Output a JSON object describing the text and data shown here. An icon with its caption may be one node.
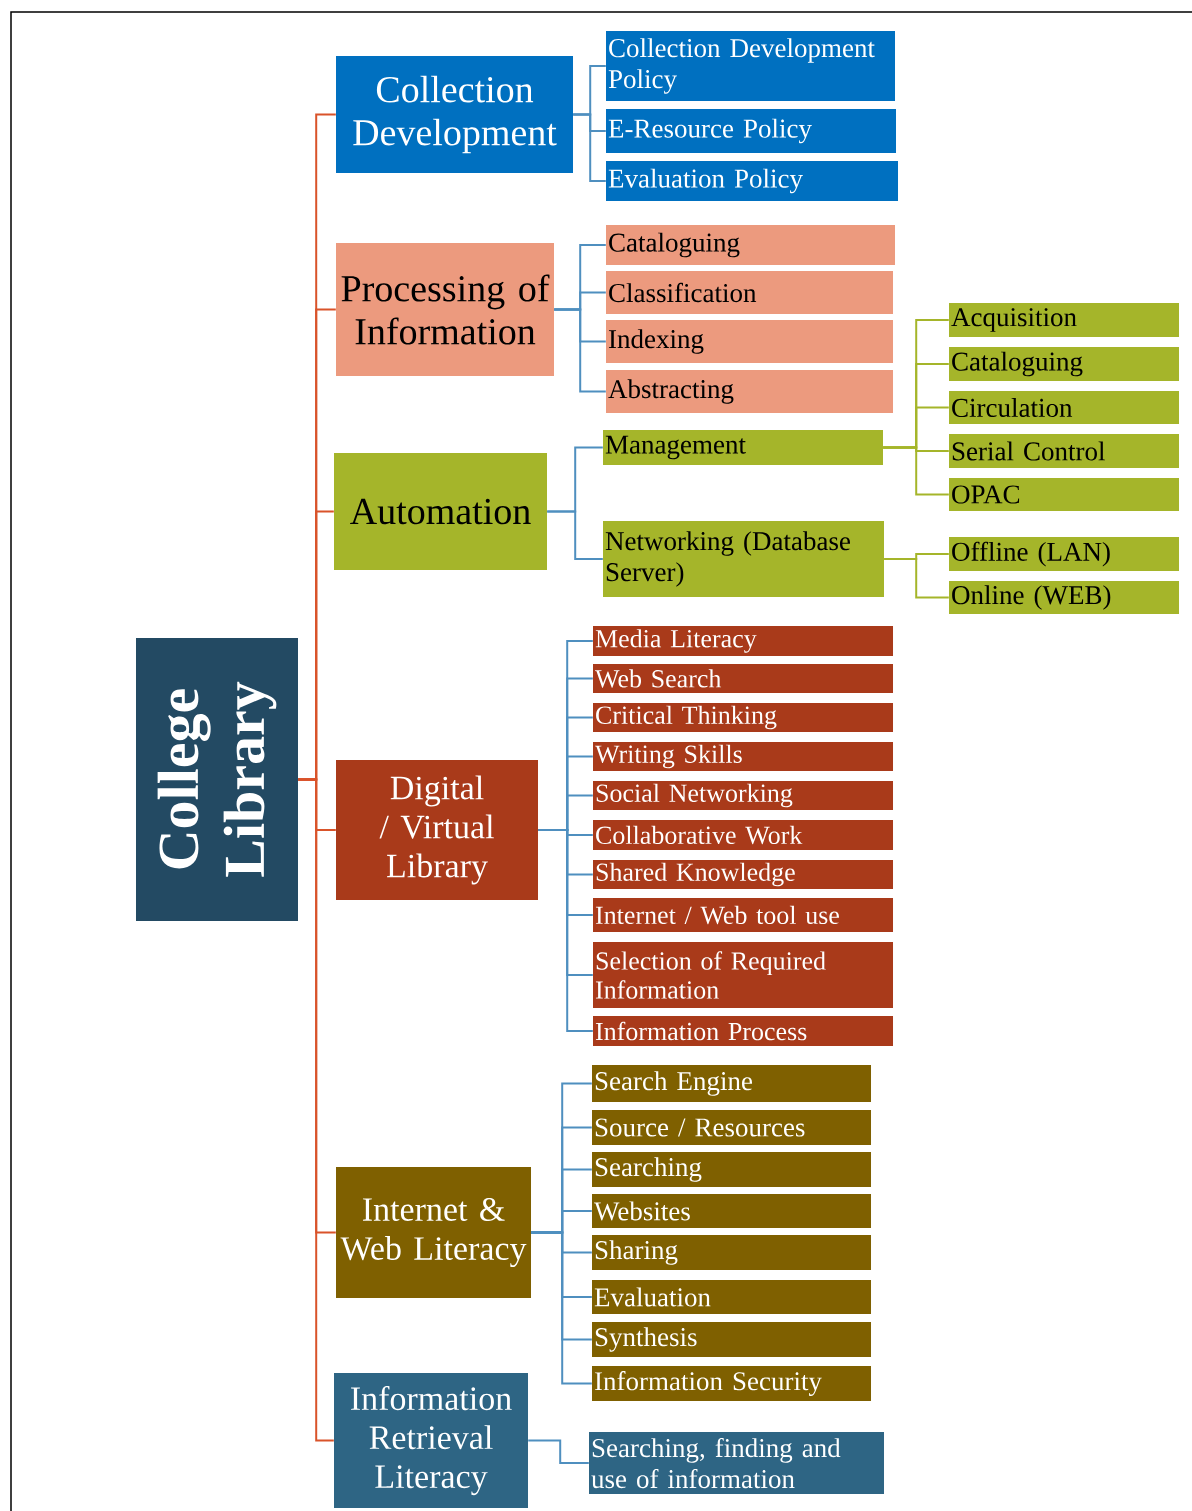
{
  "diagram": {
    "nodes": [
      {
        "text": [
          "College Library"
        ]
      },
      {
        "text": [
          "Collection Development"
        ]
      },
      {
        "text": [
          "Collection Development Policy"
        ]
      },
      {
        "text": [
          "E-Resource Policy"
        ]
      },
      {
        "text": [
          "Evaluation Policy"
        ]
      },
      {
        "text": [
          "Processing of Information"
        ]
      },
      {
        "text": [
          "Cataloguing"
        ]
      },
      {
        "text": [
          "Classification"
        ]
      },
      {
        "text": [
          "Indexing"
        ]
      },
      {
        "text": [
          "Abstracting"
        ]
      },
      {
        "text": [
          "Automation"
        ]
      },
      {
        "text": [
          "Management"
        ]
      },
      {
        "text": [
          "Acquisition"
        ]
      },
      {
        "text": [
          "Cataloguing"
        ]
      },
      {
        "text": [
          "Circulation"
        ]
      },
      {
        "text": [
          "Serial Control"
        ]
      },
      {
        "text": [
          "OPAC"
        ]
      },
      {
        "text": [
          "Networking (Database Server)"
        ]
      },
      {
        "text": [
          "Offline (LAN)"
        ]
      },
      {
        "text": [
          "Online (WEB)"
        ]
      },
      {
        "text": [
          "Digital / Virtual Library"
        ]
      },
      {
        "text": [
          "Media Literacy"
        ]
      },
      {
        "text": [
          "Web Search"
        ]
      },
      {
        "text": [
          "Critical Thinking"
        ]
      },
      {
        "text": [
          "Writing Skills"
        ]
      },
      {
        "text": [
          "Social Networking"
        ]
      },
      {
        "text": [
          "Collaborative Work"
        ]
      },
      {
        "text": [
          "Shared Knowledge"
        ]
      },
      {
        "text": [
          "Internet / Web tool use"
        ]
      },
      {
        "text": [
          "Selection of Required Information"
        ]
      },
      {
        "text": [
          "Information Process"
        ]
      },
      {
        "text": [
          "Internet & Web Literacy"
        ]
      },
      {
        "text": [
          "Search Engine"
        ]
      },
      {
        "text": [
          "Source / Resources"
        ]
      },
      {
        "text": [
          "Searching"
        ]
      },
      {
        "text": [
          "Websites"
        ]
      },
      {
        "text": [
          "Sharing"
        ]
      },
      {
        "text": [
          "Evaluation"
        ]
      },
      {
        "text": [
          "Synthesis"
        ]
      },
      {
        "text": [
          "Information Security"
        ]
      },
      {
        "text": [
          "Information Retrieval Literacy"
        ]
      },
      {
        "text": [
          "Searching, finding and use of information"
        ]
      }
    ],
    "edges": [
      {
        "from": 0,
        "to": 1,
        "arrow": "none",
        "color": "#d9532a"
      },
      {
        "from": 0,
        "to": 5,
        "arrow": "none",
        "color": "#d9532a"
      },
      {
        "from": 0,
        "to": 10,
        "arrow": "none",
        "color": "#d9532a"
      },
      {
        "from": 0,
        "to": 20,
        "arrow": "none",
        "color": "#d9532a"
      },
      {
        "from": 0,
        "to": 31,
        "arrow": "none",
        "color": "#d9532a"
      },
      {
        "from": 0,
        "to": 40,
        "arrow": "none",
        "color": "#d9532a"
      },
      {
        "from": 1,
        "to": 2,
        "arrow": "none"
      },
      {
        "from": 1,
        "to": 3,
        "arrow": "none"
      },
      {
        "from": 1,
        "to": 4,
        "arrow": "none"
      },
      {
        "from": 5,
        "to": 6,
        "arrow": "none"
      },
      {
        "from": 5,
        "to": 7,
        "arrow": "none"
      },
      {
        "from": 5,
        "to": 8,
        "arrow": "none"
      },
      {
        "from": 5,
        "to": 9,
        "arrow": "none"
      },
      {
        "from": 10,
        "to": 11,
        "arrow": "none"
      },
      {
        "from": 10,
        "to": 17,
        "arrow": "none"
      },
      {
        "from": 11,
        "to": 12,
        "arrow": "none",
        "color": "#a5b52a"
      },
      {
        "from": 11,
        "to": 13,
        "arrow": "none",
        "color": "#a5b52a"
      },
      {
        "from": 11,
        "to": 14,
        "arrow": "none",
        "color": "#a5b52a"
      },
      {
        "from": 11,
        "to": 15,
        "arrow": "none",
        "color": "#a5b52a"
      },
      {
        "from": 11,
        "to": 16,
        "arrow": "none",
        "color": "#a5b52a"
      },
      {
        "from": 17,
        "to": 18,
        "arrow": "none",
        "color": "#a5b52a"
      },
      {
        "from": 17,
        "to": 19,
        "arrow": "none",
        "color": "#a5b52a"
      },
      {
        "from": 20,
        "to": 21,
        "arrow": "none"
      },
      {
        "from": 20,
        "to": 22,
        "arrow": "none"
      },
      {
        "from": 20,
        "to": 23,
        "arrow": "none"
      },
      {
        "from": 20,
        "to": 24,
        "arrow": "none"
      },
      {
        "from": 20,
        "to": 25,
        "arrow": "none"
      },
      {
        "from": 20,
        "to": 26,
        "arrow": "none"
      },
      {
        "from": 20,
        "to": 27,
        "arrow": "none"
      },
      {
        "from": 20,
        "to": 28,
        "arrow": "none"
      },
      {
        "from": 20,
        "to": 29,
        "arrow": "none"
      },
      {
        "from": 20,
        "to": 30,
        "arrow": "none"
      },
      {
        "from": 31,
        "to": 32,
        "arrow": "none"
      },
      {
        "from": 31,
        "to": 33,
        "arrow": "none"
      },
      {
        "from": 31,
        "to": 34,
        "arrow": "none"
      },
      {
        "from": 31,
        "to": 35,
        "arrow": "none"
      },
      {
        "from": 31,
        "to": 36,
        "arrow": "none"
      },
      {
        "from": 31,
        "to": 37,
        "arrow": "none"
      },
      {
        "from": 31,
        "to": 38,
        "arrow": "none"
      },
      {
        "from": 31,
        "to": 39,
        "arrow": "none"
      },
      {
        "from": 40,
        "to": 41,
        "arrow": "none"
      }
    ]
  }
}
